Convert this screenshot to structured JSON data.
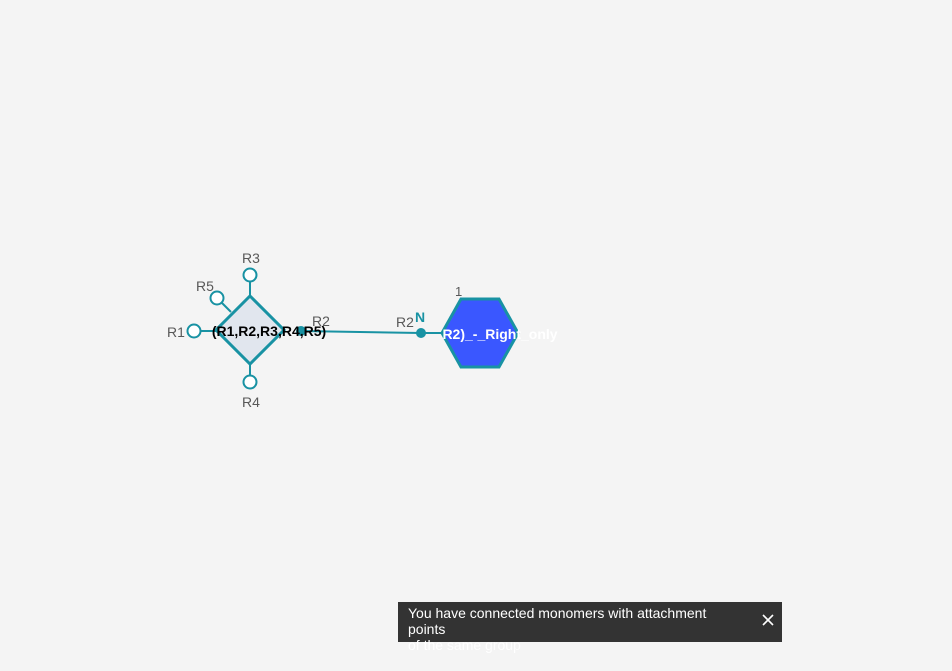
{
  "canvas": {
    "chem_monomer": {
      "label": "(R1,R2,R3,R4,R5)",
      "attachment_points": [
        "R1",
        "R2",
        "R3",
        "R4",
        "R5"
      ],
      "fill_color": "#e1e6ee",
      "stroke_color": "#1892a3"
    },
    "bond": {
      "start_label": "R2",
      "end_label": "R2",
      "color": "#1892a3"
    },
    "peptide_monomer": {
      "label": "R2)_-_Right_only",
      "index": "1",
      "terminal": "N",
      "fill_color": "#3a57ff",
      "stroke_color": "#1892a3"
    }
  },
  "toast": {
    "message_line1": "You have connected monomers with attachment points",
    "message_line2": "of the same group",
    "close_icon": "close-icon"
  }
}
